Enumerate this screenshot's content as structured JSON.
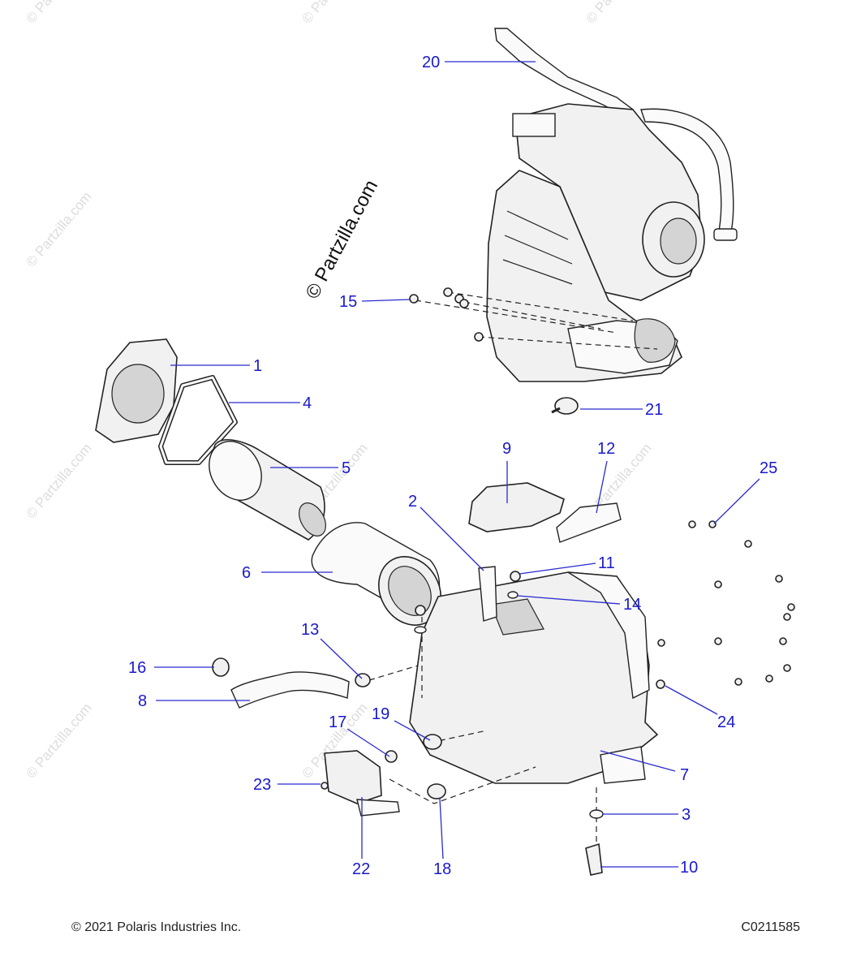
{
  "watermark": {
    "main": "© Partzilla.com",
    "repeat": "© Partzilla.com"
  },
  "callouts": {
    "c1": "1",
    "c2": "2",
    "c3": "3",
    "c4": "4",
    "c5": "5",
    "c6": "6",
    "c7": "7",
    "c8": "8",
    "c9": "9",
    "c10": "10",
    "c11": "11",
    "c12": "12",
    "c13": "13",
    "c14": "14",
    "c15": "15",
    "c16": "16",
    "c17": "17",
    "c18": "18",
    "c19": "19",
    "c20": "20",
    "c21": "21",
    "c22": "22",
    "c23": "23",
    "c24": "24",
    "c25": "25"
  },
  "footer": {
    "copyright": "© 2021 Polaris Industries Inc.",
    "diagram_code": "C0211585"
  },
  "colors": {
    "callout": "#1a1acc",
    "linework": "#222222",
    "watermark": "#dcdcdc"
  }
}
